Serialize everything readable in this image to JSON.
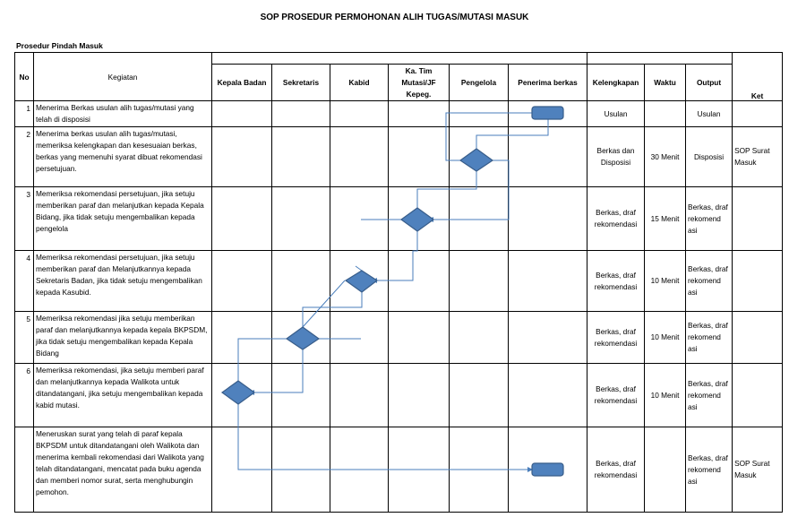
{
  "title": "SOP PROSEDUR PERMOHONAN ALIH TUGAS/MUTASI MASUK",
  "subtitle": "Prosedur Pindah Masuk",
  "headers": {
    "no": "No",
    "kegiatan": "Kegiatan",
    "kepala_badan": "Kepala Badan",
    "sekretaris": "Sekretaris",
    "kabid": "Kabid",
    "ka_tim": "Ka. Tim Mutasi/JF Kepeg.",
    "pengelola": "Pengelola",
    "penerima": "Penerima berkas",
    "kelengkapan": "Kelengkapan",
    "waktu": "Waktu",
    "output": "Output",
    "ket": "Ket"
  },
  "rows": [
    {
      "no": "1",
      "kegiatan": "Menerima Berkas usulan alih tugas/mutasi yang telah di disposisi",
      "kelengkapan": "Usulan",
      "waktu": "",
      "output": "Usulan",
      "ket": ""
    },
    {
      "no": "2",
      "kegiatan": "Menerima berkas usulan alih tugas/mutasi, memeriksa kelengkapan dan kesesuaian berkas, berkas yang memenuhi syarat dibuat rekomendasi persetujuan.",
      "kelengkapan": "Berkas dan Disposisi",
      "waktu": "30 Menit",
      "output": "Disposisi",
      "ket": "SOP Surat Masuk"
    },
    {
      "no": "3",
      "kegiatan": "Memeriksa rekomendasi persetujuan, jika setuju memberikan paraf dan melanjutkan kepada Kepala Bidang, jika tidak setuju mengembalikan kepada pengelola",
      "kelengkapan": "Berkas, draf rekomendasi",
      "waktu": "15 Menit",
      "output": "Berkas, draf rekomend asi",
      "ket": ""
    },
    {
      "no": "4",
      "kegiatan": "Memeriksa rekomendasi persetujuan, jika setuju memberikan paraf dan Melanjutkannya kepada Sekretaris Badan, jika tidak setuju mengembalikan kepada Kasubid.",
      "kelengkapan": "Berkas, draf rekomendasi",
      "waktu": "10 Menit",
      "output": "Berkas, draf rekomend asi",
      "ket": ""
    },
    {
      "no": "5",
      "kegiatan": "Memeriksa rekomendasi jika setuju memberikan paraf dan melanjutkannya kepada kepala BKPSDM, jika tidak setuju mengembalikan kepada Kepala Bidang",
      "kelengkapan": "Berkas, draf rekomendasi",
      "waktu": "10 Menit",
      "output": "Berkas, draf rekomend asi",
      "ket": ""
    },
    {
      "no": "6",
      "kegiatan": "Memeriksa rekomendasi, jika setuju memberi paraf dan melanjutkannya kepada Walikota untuk ditandatangani, jika setuju mengembalikan kepada kabid mutasi.",
      "kelengkapan": "Berkas, draf rekomendasi",
      "waktu": "10 Menit",
      "output": "Berkas, draf rekomend asi",
      "ket": ""
    },
    {
      "no": "",
      "kegiatan": "Meneruskan surat yang telah di paraf kepala BKPSDM untuk ditandatangani oleh Walikota dan menerima kembali rekomendasi dari Walikota yang telah ditandatangani, mencatat pada buku agenda dan memberi nomor surat, serta menghubungin pemohon.",
      "kelengkapan": "Berkas, draf rekomendasi",
      "waktu": "",
      "output": "Berkas, draf rekomend asi",
      "ket": "SOP Surat Masuk"
    }
  ],
  "colors": {
    "shape_fill": "#4f81bd",
    "shape_stroke": "#385d8a",
    "line": "#4a7ebb"
  }
}
